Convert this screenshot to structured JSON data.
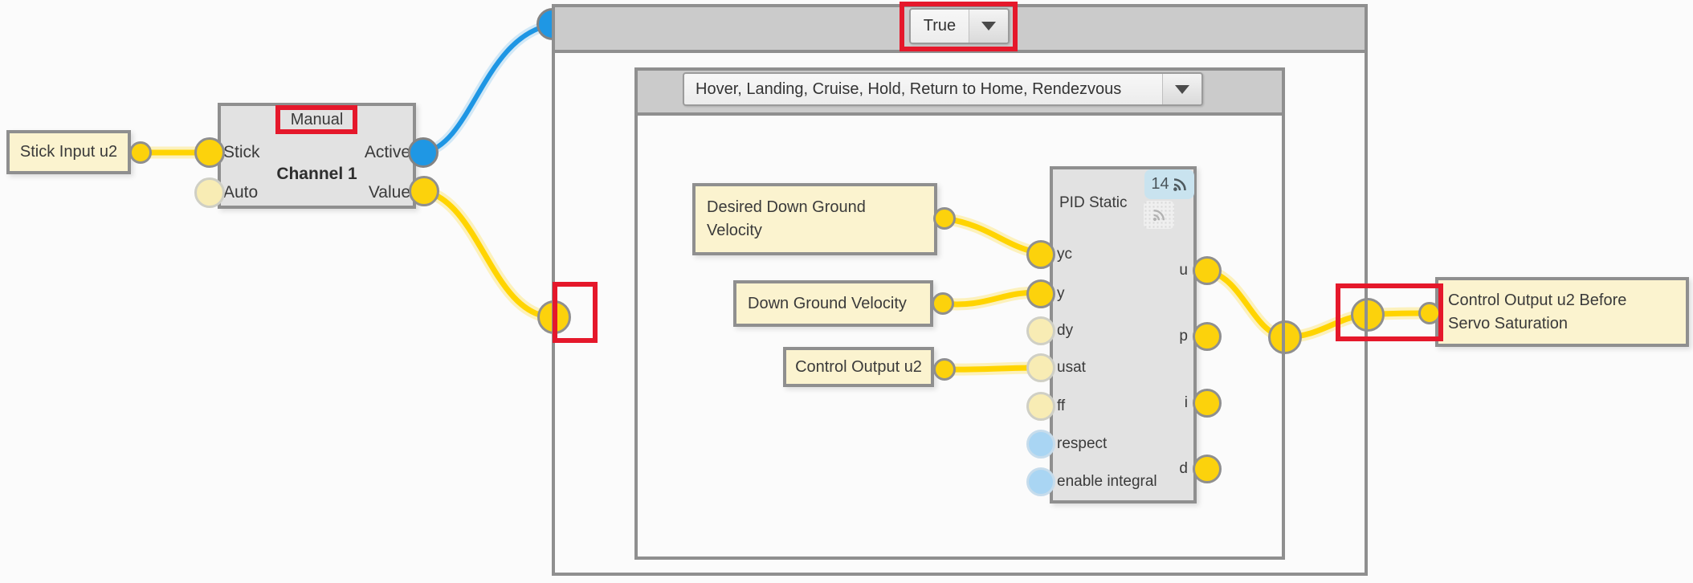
{
  "colors": {
    "wire_yellow": "#ffd400",
    "wire_blue": "#1e96e4",
    "port_yellow": "#fcd20c",
    "port_pale_yellow": "#f8ecb4",
    "port_blue": "#1f97e4",
    "port_light_blue": "#a9d5f3",
    "node_fill": "#e2e2e2",
    "node_border": "#8f8f8f",
    "label_box_fill": "#fbf3cf",
    "titlebar_fill": "#cbcbcb",
    "highlight_red": "#e5182b",
    "badge_fill": "#c9e3ef"
  },
  "icons": {
    "wireless_active": "rss-icon",
    "wireless_inactive": "rss-icon",
    "dropdown_arrow": "chevron-down"
  },
  "stick_input": {
    "label": "Stick Input u2"
  },
  "channel": {
    "mode": "Manual",
    "title": "Channel 1",
    "inputs": [
      "Stick",
      "Auto"
    ],
    "outputs": [
      "Active",
      "Value"
    ]
  },
  "outer_container": {
    "condition_value": "True"
  },
  "inner_container": {
    "modes_value": "Hover, Landing, Cruise, Hold, Return to Home, Rendezvous"
  },
  "inner_labels": {
    "desired": "Desired Down Ground Velocity",
    "measured": "Down Ground Velocity",
    "usat": "Control Output u2"
  },
  "pid": {
    "title": "PID Static",
    "badge_count": "14",
    "inputs": [
      "yc",
      "y",
      "dy",
      "usat",
      "ff",
      "respect",
      "enable integral"
    ],
    "outputs": [
      "u",
      "p",
      "i",
      "d"
    ]
  },
  "output_label": {
    "label": "Control Output u2 Before Servo Saturation"
  }
}
